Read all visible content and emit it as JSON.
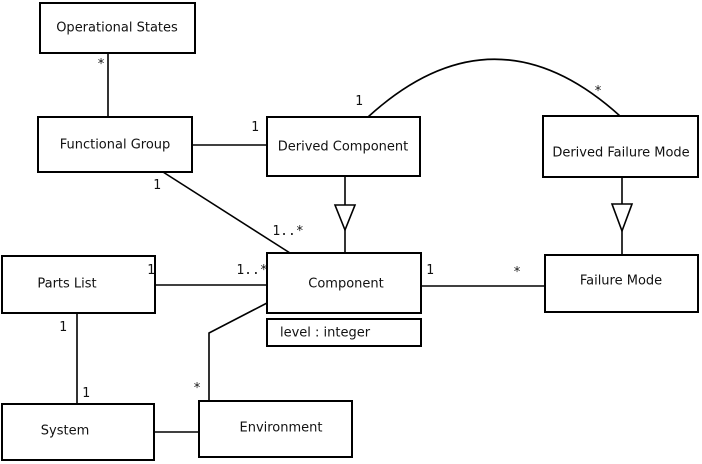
{
  "diagram": {
    "type": "uml-class-diagram",
    "background_color": "#ffffff",
    "line_color": "#000000",
    "text_color": "#111111",
    "nodes": {
      "operational_states": {
        "label": "Operational States"
      },
      "functional_group": {
        "label": "Functional Group"
      },
      "derived_component": {
        "label": "Derived Component"
      },
      "derived_failure_mode": {
        "label": "Derived Failure Mode"
      },
      "parts_list": {
        "label": "Parts List"
      },
      "component": {
        "label": "Component",
        "attribute": "level : integer"
      },
      "failure_mode": {
        "label": "Failure Mode"
      },
      "system": {
        "label": "System"
      },
      "environment": {
        "label": "Environment"
      }
    },
    "edges": {
      "operational_states_functional_group": {
        "type": "association",
        "mult_near_operational_states": "*"
      },
      "functional_group_derived_component": {
        "type": "association",
        "mult_near_derived_component": "1"
      },
      "derived_component_derived_failure_mode": {
        "type": "association",
        "mult_near_derived_component": "1",
        "mult_near_derived_failure_mode": "*"
      },
      "functional_group_component": {
        "type": "association",
        "mult_near_functional_group": "1",
        "mult_near_component": "1..*"
      },
      "derived_component_component": {
        "type": "generalization"
      },
      "derived_failure_mode_failure_mode": {
        "type": "generalization"
      },
      "parts_list_component": {
        "type": "association",
        "mult_near_parts_list": "1",
        "mult_near_component": "1..*"
      },
      "parts_list_system": {
        "type": "association",
        "mult_near_parts_list": "1",
        "mult_near_system": "1"
      },
      "system_environment": {
        "type": "association"
      },
      "environment_component": {
        "type": "association",
        "mult_near_environment": "*"
      },
      "component_failure_mode": {
        "type": "association",
        "mult_near_component": "1",
        "mult_near_failure_mode": "*"
      }
    }
  }
}
